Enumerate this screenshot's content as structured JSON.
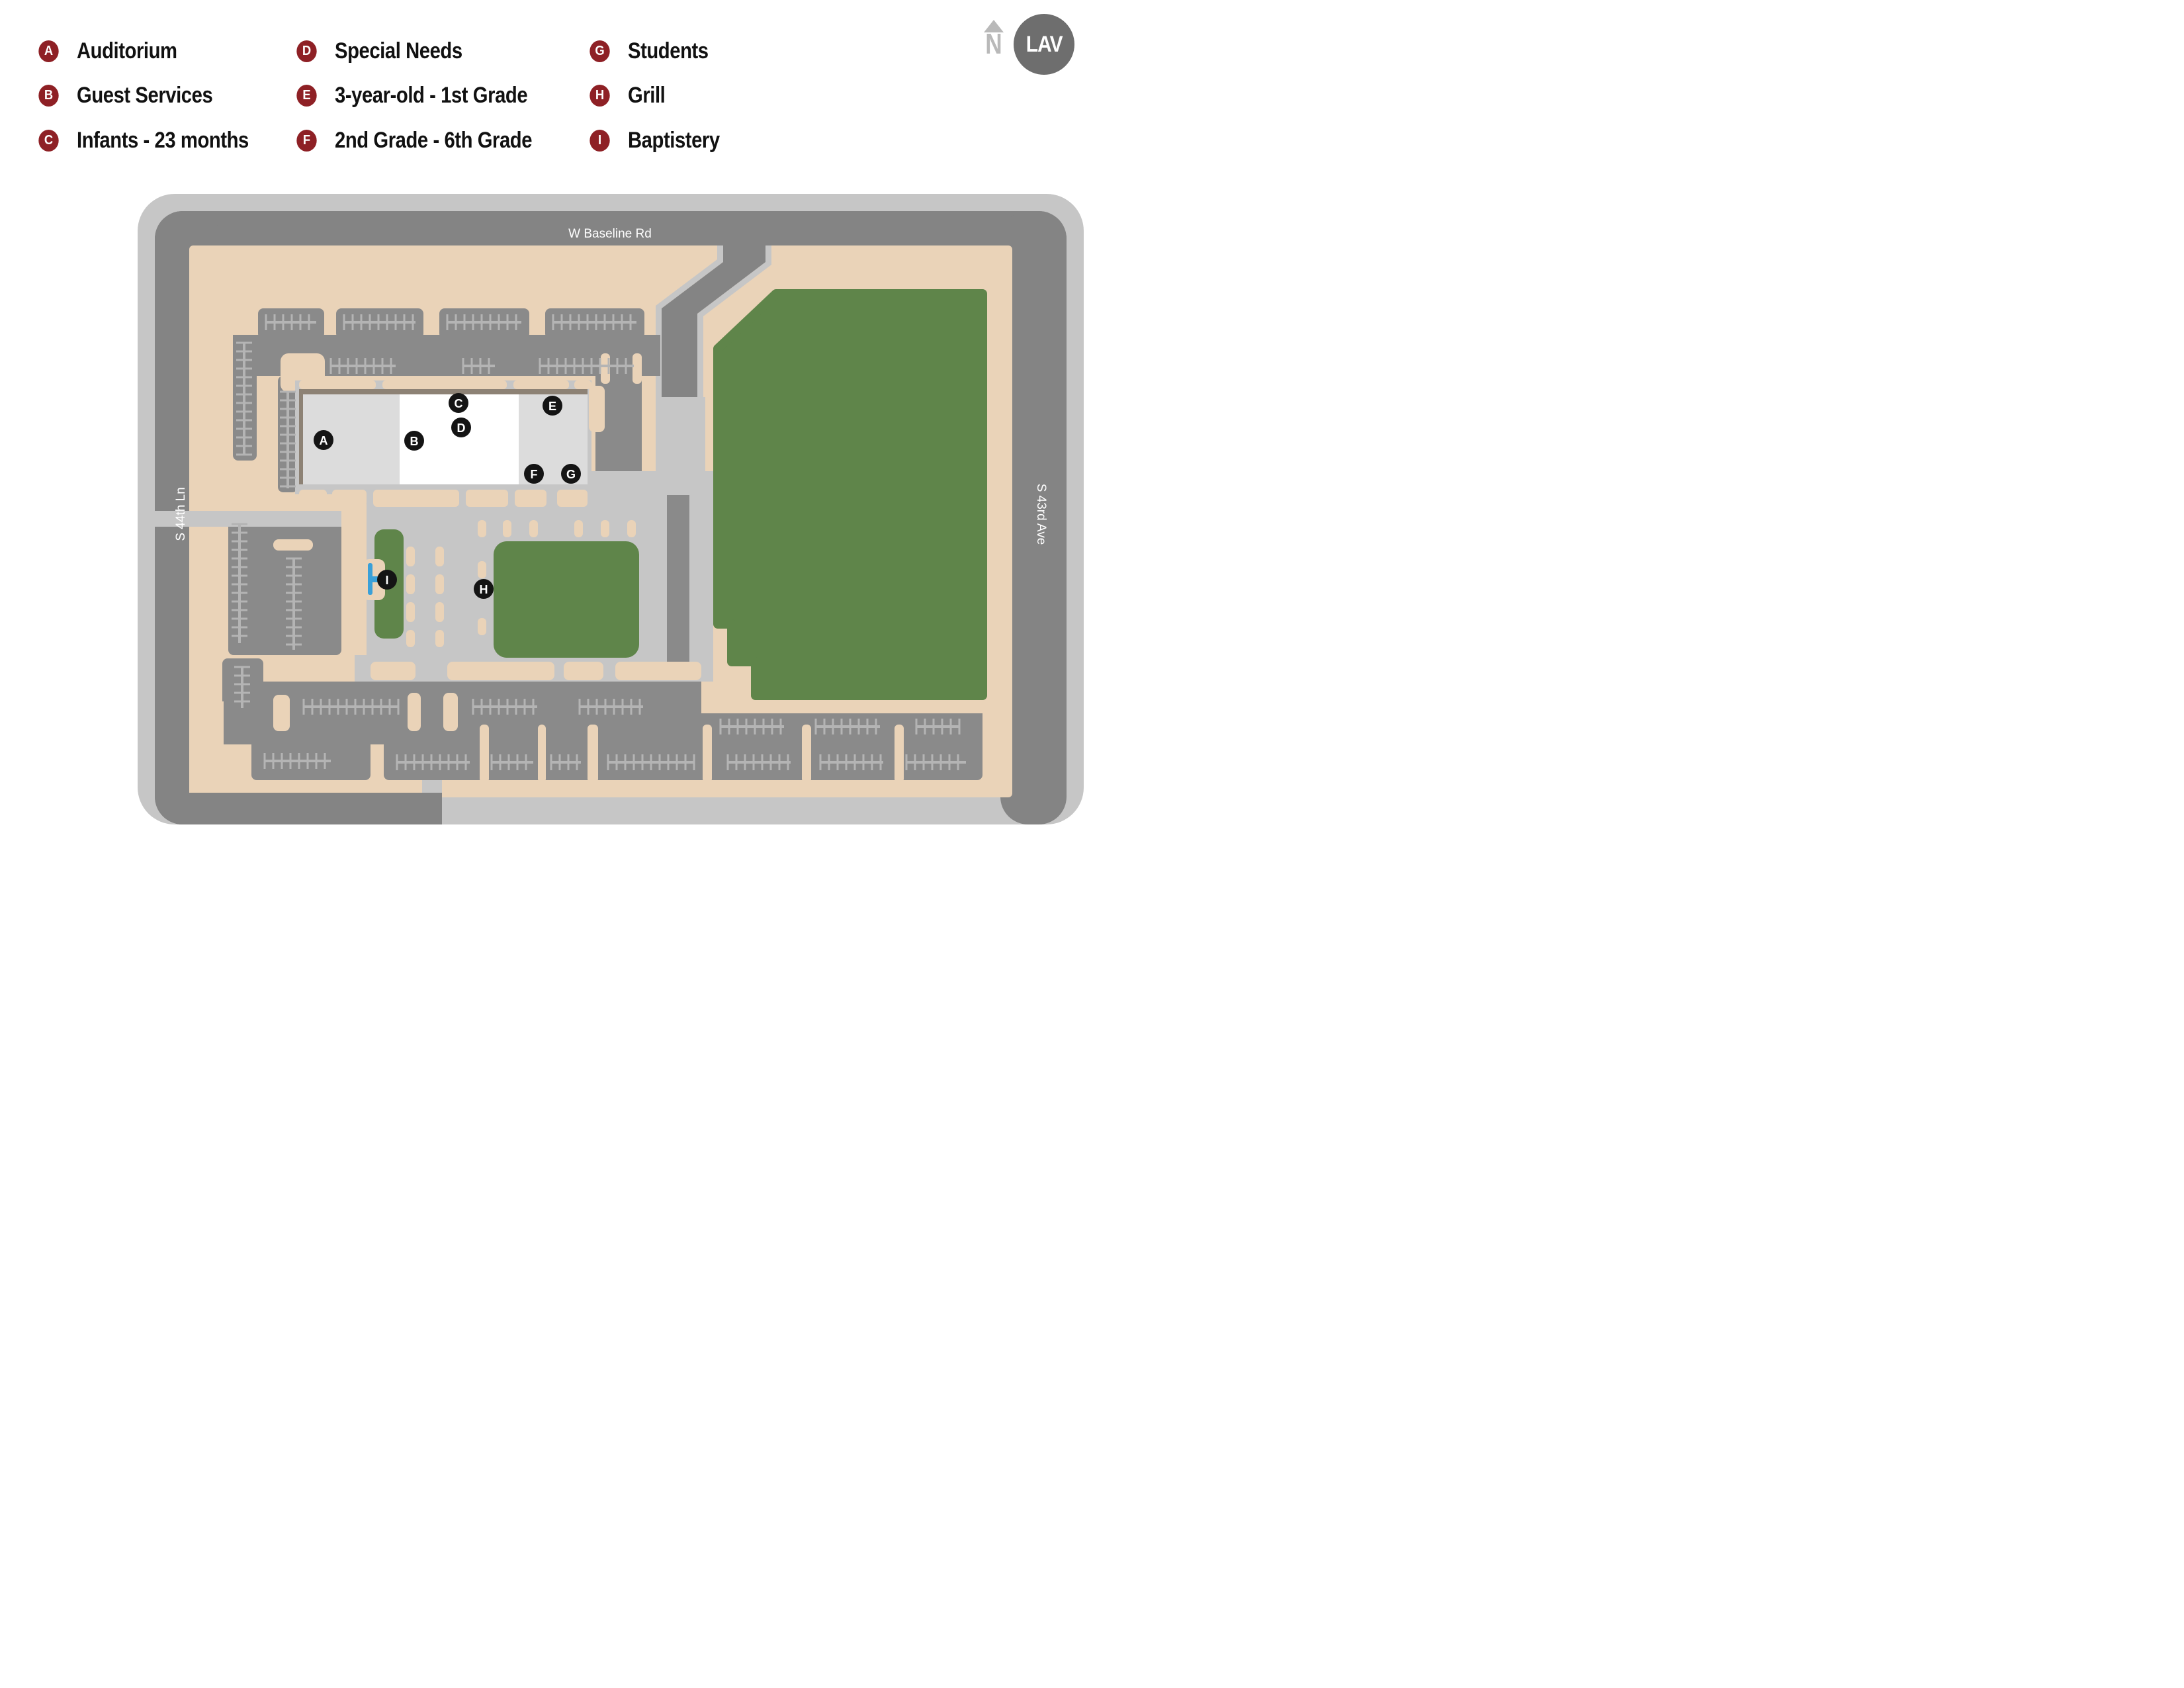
{
  "legend": {
    "items": [
      {
        "letter": "A",
        "label": "Auditorium"
      },
      {
        "letter": "B",
        "label": "Guest Services"
      },
      {
        "letter": "C",
        "label": "Infants - 23 months"
      },
      {
        "letter": "D",
        "label": "Special Needs"
      },
      {
        "letter": "E",
        "label": "3-year-old - 1st Grade"
      },
      {
        "letter": "F",
        "label": "2nd Grade - 6th Grade"
      },
      {
        "letter": "G",
        "label": "Students"
      },
      {
        "letter": "H",
        "label": "Grill"
      },
      {
        "letter": "I",
        "label": "Baptistery"
      }
    ]
  },
  "compass": {
    "north_label": "N"
  },
  "logo": {
    "text": "LAV"
  },
  "map": {
    "streets": {
      "top": "W Baseline Rd",
      "left": "S 44th Ln",
      "right": "S 43rd Ave"
    },
    "markers": [
      {
        "letter": "A",
        "label": "Auditorium"
      },
      {
        "letter": "B",
        "label": "Guest Services"
      },
      {
        "letter": "C",
        "label": "Infants - 23 months"
      },
      {
        "letter": "D",
        "label": "Special Needs"
      },
      {
        "letter": "E",
        "label": "3-year-old - 1st Grade"
      },
      {
        "letter": "F",
        "label": "2nd Grade - 6th Grade"
      },
      {
        "letter": "G",
        "label": "Students"
      },
      {
        "letter": "H",
        "label": "Grill"
      },
      {
        "letter": "I",
        "label": "Baptistery"
      }
    ]
  },
  "colors": {
    "sidewalk": "#c6c6c6",
    "road": "#848484",
    "lot": "#8a8a8a",
    "ground": "#ead3b8",
    "grass": "#5f854a",
    "building_light": "#dcdcdc",
    "building_white": "#ffffff",
    "building_edge": "#8d8275",
    "marker": "#141414",
    "water": "#3aa0d8",
    "legend_red": "#8e2025",
    "logo_gray": "#6e6e6e",
    "compass_gray": "#b9b9b9",
    "parking_lines": "#b4b4b4",
    "label_white": "#ffffff",
    "text_black": "#111111"
  }
}
